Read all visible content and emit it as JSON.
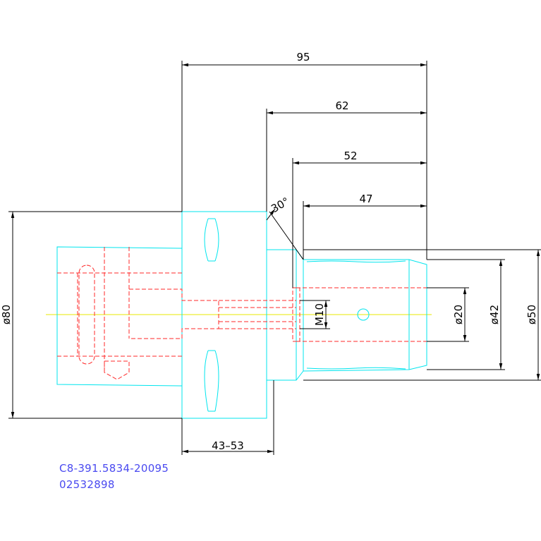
{
  "drawing": {
    "part_number": "C8-391.5834-20095",
    "order_number": "02532898"
  },
  "dimensions": {
    "overall_length": "95",
    "length_62": "62",
    "length_52": "52",
    "length_47": "47",
    "angle": "30°",
    "flange_diameter": "ø80",
    "gauge_length": "43–53",
    "thread": "M10",
    "bore_diameter": "ø20",
    "body_diameter_42": "ø42",
    "body_diameter_50": "ø50"
  },
  "colors": {
    "outline": "#00e5ee",
    "hidden": "#ff2a2a",
    "centerline": "#e8e800",
    "dimension": "#000000",
    "reference_text": "#4a4af0"
  }
}
